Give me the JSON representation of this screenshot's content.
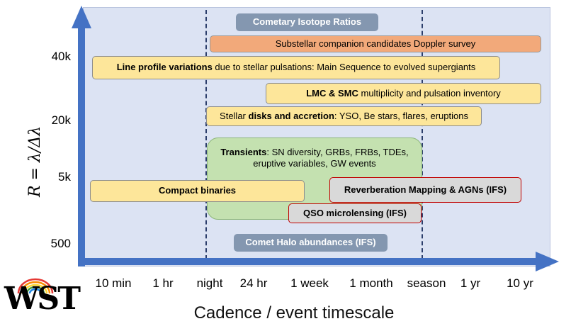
{
  "colors": {
    "axis_arrow": "#4472c4",
    "panel": "#dce3f3",
    "yellow": "#fde69a",
    "orange": "#f2a97a",
    "slate": "#8497b0",
    "green": "#c4e1b0",
    "red_border": "#c00000"
  },
  "y_axis": {
    "label": "R = λ/Δλ",
    "ticks": [
      "40k",
      "20k",
      "5k",
      "500"
    ]
  },
  "x_axis": {
    "title": "Cadence / event timescale",
    "ticks": [
      "10 min",
      "1 hr",
      "night",
      "24 hr",
      "1 week",
      "1 month",
      "season",
      "1 yr",
      "10 yr"
    ]
  },
  "boxes": {
    "cometary_isotope": "Cometary Isotope Ratios",
    "substellar": "Substellar companion candidates Doppler survey",
    "line_profile_bold": "Line profile variations",
    "line_profile_rest": " due to stellar pulsations: Main Sequence to evolved supergiants",
    "lmc_bold": "LMC & SMC",
    "lmc_rest": " multiplicity and pulsation inventory",
    "disks_pre": "Stellar ",
    "disks_bold": "disks and accretion",
    "disks_rest": ": YSO, Be stars, flares, eruptions",
    "transients_bold": "Transients",
    "transients_line1": ": SN diversity, GRBs, FRBs, TDEs,",
    "transients_line2": "eruptive variables, GW events",
    "compact_binaries": "Compact binaries",
    "reverberation": "Reverberation Mapping & AGNs (IFS)",
    "qso": "QSO microlensing (IFS)",
    "comet_halo": "Comet Halo abundances (IFS)"
  },
  "logo": {
    "text": "WST",
    "icon": "rainbow-arc-icon"
  }
}
